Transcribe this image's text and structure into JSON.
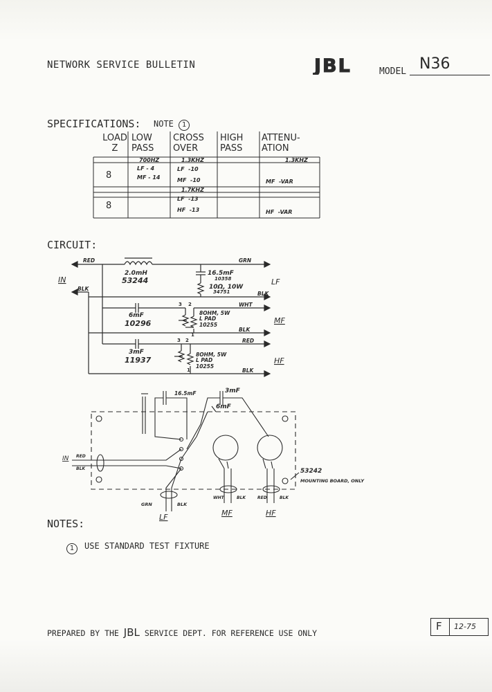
{
  "header": {
    "title": "NETWORK SERVICE BULLETIN",
    "logo_text": "JBL",
    "model_label": "MODEL",
    "model_value": "N36"
  },
  "specifications": {
    "title": "SPECIFICATIONS:",
    "note_prefix": "NOTE",
    "note_number": "1",
    "columns": [
      [
        "LOAD",
        "Z"
      ],
      [
        "LOW",
        "PASS"
      ],
      [
        "CROSS",
        "OVER"
      ],
      [
        "HIGH",
        "PASS"
      ],
      [
        "ATTENU-",
        "ATION"
      ]
    ],
    "rows": [
      {
        "band": {
          "low_pass": "700HZ",
          "cross_over": "1.3KHZ",
          "attenuation": "1.3KHZ"
        },
        "load": "8",
        "low_pass": [
          "LF - 4",
          "MF - 14"
        ],
        "cross_over": [
          "LF  -10",
          "MF  -10"
        ],
        "high_pass": [
          "",
          ""
        ],
        "attenuation": [
          "",
          "MF  -VAR"
        ]
      },
      {
        "band": {
          "low_pass": "",
          "cross_over": "1.7KHZ",
          "attenuation": ""
        },
        "load": "8",
        "low_pass": [
          "",
          ""
        ],
        "cross_over": [
          "LF  -13",
          "HF  -13"
        ],
        "high_pass": [
          "",
          ""
        ],
        "attenuation": [
          "",
          "HF  -VAR"
        ]
      }
    ]
  },
  "circuit": {
    "title": "CIRCUIT:",
    "input_label": "IN",
    "wires": {
      "red": "RED",
      "blk": "BLK",
      "grn": "GRN",
      "wht": "WHT"
    },
    "inductor": {
      "value": "2.0mH",
      "part": "53244"
    },
    "lf_cap": {
      "value": "16.5mF",
      "part": "10358"
    },
    "lf_res": {
      "value": "10Ω, 10W",
      "part": "34751"
    },
    "mf_cap": {
      "value": "6mF",
      "part": "10296"
    },
    "mf_pad": {
      "line1": "8OHM, 5W",
      "line2": "L PAD",
      "part": "10255"
    },
    "hf_cap": {
      "value": "3mF",
      "part": "11937"
    },
    "hf_pad": {
      "line1": "8OHM, 5W",
      "line2": "L PAD",
      "part": "10255"
    },
    "outputs": {
      "lf": "LF",
      "mf": "MF",
      "hf": "HF"
    },
    "pad_terminals": {
      "t1": "1",
      "t2": "2",
      "t3": "3"
    }
  },
  "layout_diagram": {
    "cap_lf": "16.5mF",
    "cap_hf": "3mF",
    "cap_mf": "6mF",
    "board_part": "53242",
    "board_note": "MOUNTING BOARD, ONLY",
    "input_label": "IN",
    "wires": {
      "red": "RED",
      "blk": "BLK",
      "grn": "GRN",
      "wht": "WHT"
    },
    "outputs": {
      "lf": "LF",
      "mf": "MF",
      "hf": "HF"
    }
  },
  "notes": {
    "title": "NOTES:",
    "items": [
      {
        "number": "1",
        "text": "USE STANDARD TEST FIXTURE"
      }
    ]
  },
  "footer": {
    "prefix": "PREPARED BY THE",
    "brand": "JBL",
    "suffix": "SERVICE DEPT. FOR REFERENCE USE ONLY",
    "revision_letter": "F",
    "revision_date": "12-75"
  }
}
